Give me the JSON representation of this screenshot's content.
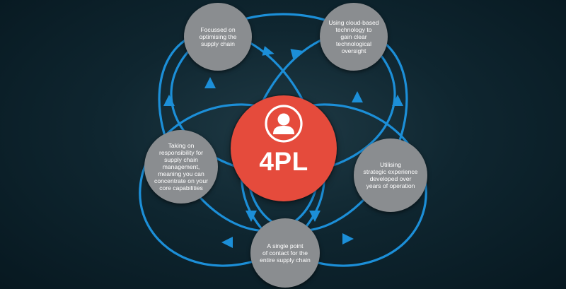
{
  "center": {
    "label": "4PL",
    "icon": "user-icon"
  },
  "nodes": [
    {
      "id": "top-left",
      "text": "Focussed on\noptimising the\nsupply chain"
    },
    {
      "id": "top-right",
      "text": "Using cloud-based\ntechnology to\ngain clear\ntechnological\noversight"
    },
    {
      "id": "right",
      "text": "Utilising\nstrategic experience\ndeveloped over\nyears of operation"
    },
    {
      "id": "bottom",
      "text": "A single point\nof contact for the\nentire supply chain"
    },
    {
      "id": "left",
      "text": "Taking on\nresponsibility for\nsupply chain\nmanagement,\nmeaning you can\nconcentrate on your\ncore capabilities"
    }
  ],
  "colors": {
    "hub": "#e54b3c",
    "node": "#8a8d90",
    "ring": "#1c8fd8",
    "background": "#0f2630"
  }
}
